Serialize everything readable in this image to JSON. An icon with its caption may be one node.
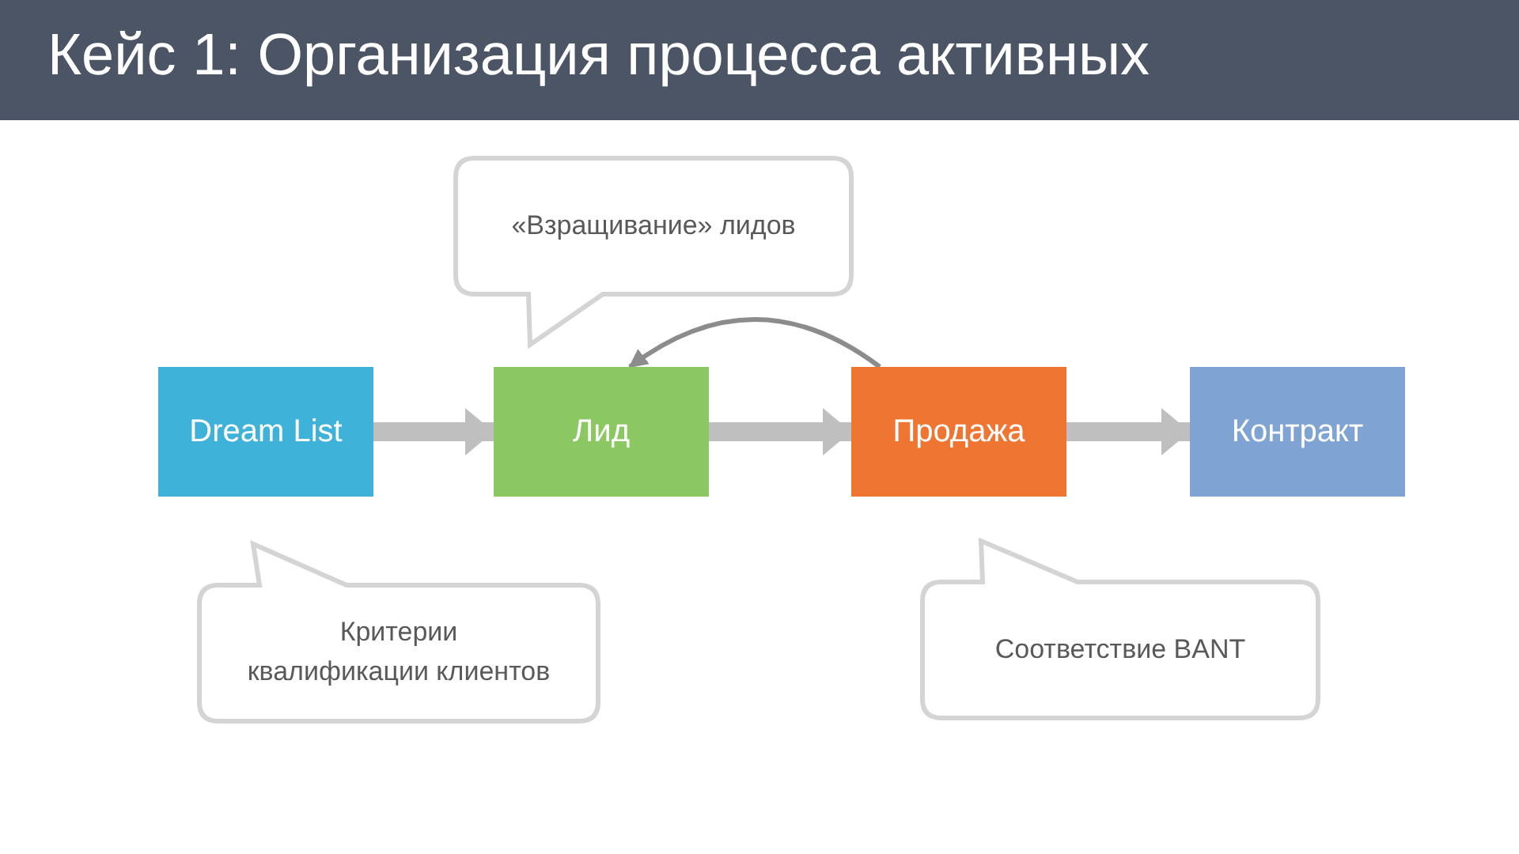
{
  "diagram": {
    "title": "Кейс 1: Организация процесса активных",
    "nodes": [
      {
        "text": [
          "Dream List"
        ]
      },
      {
        "text": [
          "Лид"
        ]
      },
      {
        "text": [
          "Продажа"
        ]
      },
      {
        "text": [
          "Контракт"
        ]
      },
      {
        "text": [
          "«Взращивание» лидов"
        ]
      },
      {
        "text": [
          "Критерии квалификации клиентов"
        ]
      },
      {
        "text": [
          "Соответствие BANT"
        ]
      }
    ],
    "edges": [
      {
        "from": 0,
        "to": 1,
        "arrow": "to"
      },
      {
        "from": 1,
        "to": 2,
        "arrow": "to"
      },
      {
        "from": 2,
        "to": 3,
        "arrow": "to"
      },
      {
        "from": 2,
        "to": 1,
        "arrow": "to",
        "color": "#8c8c8c"
      }
    ]
  }
}
